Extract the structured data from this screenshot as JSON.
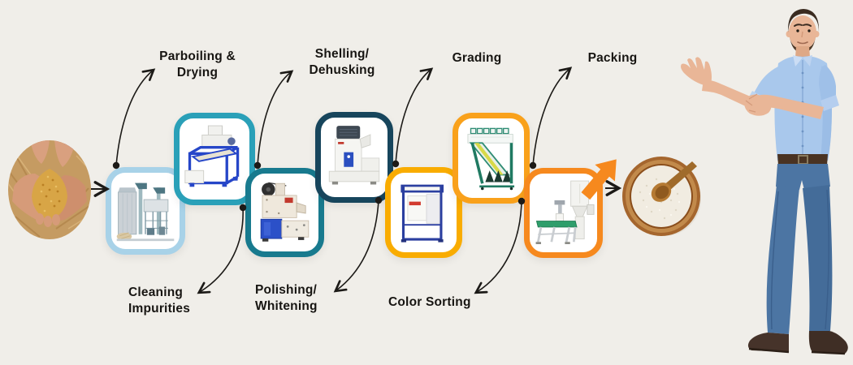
{
  "canvas": {
    "background": "#F0EEE9",
    "arrow_color": "#1C1A17",
    "text_color": "#171512"
  },
  "flow": {
    "input": {
      "name": "paddy-hands-photo",
      "description": "Hands holding raw paddy grains"
    },
    "output": {
      "name": "rice-bowl-photo",
      "description": "Wooden bowl of milled white rice with wooden spoon"
    },
    "presenter": {
      "description": "Man in light blue shirt and jeans presenting the process",
      "shirt_color": "#A9C8EC",
      "jeans_color": "#4C75A3"
    },
    "steps": [
      {
        "label": "Parboiling & Drying",
        "label_lines": [
          "Parboiling &",
          "Drying"
        ],
        "label_position": "top",
        "card_color": "#A8D2E8",
        "machine": "parboiling-drying-plant"
      },
      {
        "label": "Cleaning Impurities",
        "label_lines": [
          "Cleaning",
          "Impurities"
        ],
        "label_position": "bottom",
        "card_color": "#2AA0B8",
        "machine": "vibro-cleaner"
      },
      {
        "label": "Shelling/Dehusking",
        "label_lines": [
          "Shelling/",
          "Dehusking"
        ],
        "label_position": "top",
        "card_color": "#187A8E",
        "machine": "paddy-dehusker"
      },
      {
        "label": "Polishing/Whitening",
        "label_lines": [
          "Polishing/",
          "Whitening"
        ],
        "label_position": "bottom",
        "card_color": "#17455C",
        "machine": "rice-whitener"
      },
      {
        "label": "Grading",
        "label_lines": [
          "Grading"
        ],
        "label_position": "top",
        "card_color": "#F9AC00",
        "machine": "rice-grader"
      },
      {
        "label": "Color Sorting",
        "label_lines": [
          "Color Sorting"
        ],
        "label_position": "bottom",
        "card_color": "#F9A11B",
        "machine": "color-sorter"
      },
      {
        "label": "Packing",
        "label_lines": [
          "Packing"
        ],
        "label_position": "top",
        "card_color": "#F6891E",
        "machine": "bag-packing-machine"
      }
    ]
  }
}
